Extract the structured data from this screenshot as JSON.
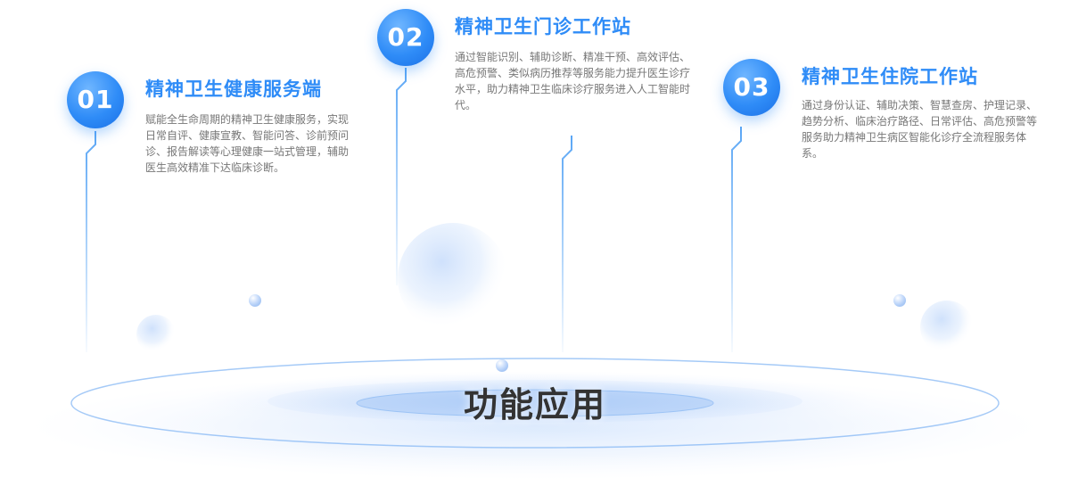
{
  "center": {
    "title": "功能应用"
  },
  "cards": [
    {
      "number": "01",
      "title": "精神卫生健康服务端",
      "description": "赋能全生命周期的精神卫生健康服务，实现日常自评、健康宣教、智能问答、诊前预问诊、报告解读等心理健康一站式管理，辅助医生高效精准下达临床诊断。"
    },
    {
      "number": "02",
      "title": "精神卫生门诊工作站",
      "description": "通过智能识别、辅助诊断、精准干预、高效评估、高危预警、类似病历推荐等服务能力提升医生诊疗水平，助力精神卫生临床诊疗服务进入人工智能时代。"
    },
    {
      "number": "03",
      "title": "精神卫生住院工作站",
      "description": "通过身份认证、辅助决策、智慧查房、护理记录、趋势分析、临床治疗路径、日常评估、高危预警等服务助力精神卫生病区智能化诊疗全流程服务体系。"
    }
  ],
  "colors": {
    "accent": "#2f8cf7",
    "title": "#333333",
    "text": "#777777",
    "line": "#5aa6f5"
  }
}
